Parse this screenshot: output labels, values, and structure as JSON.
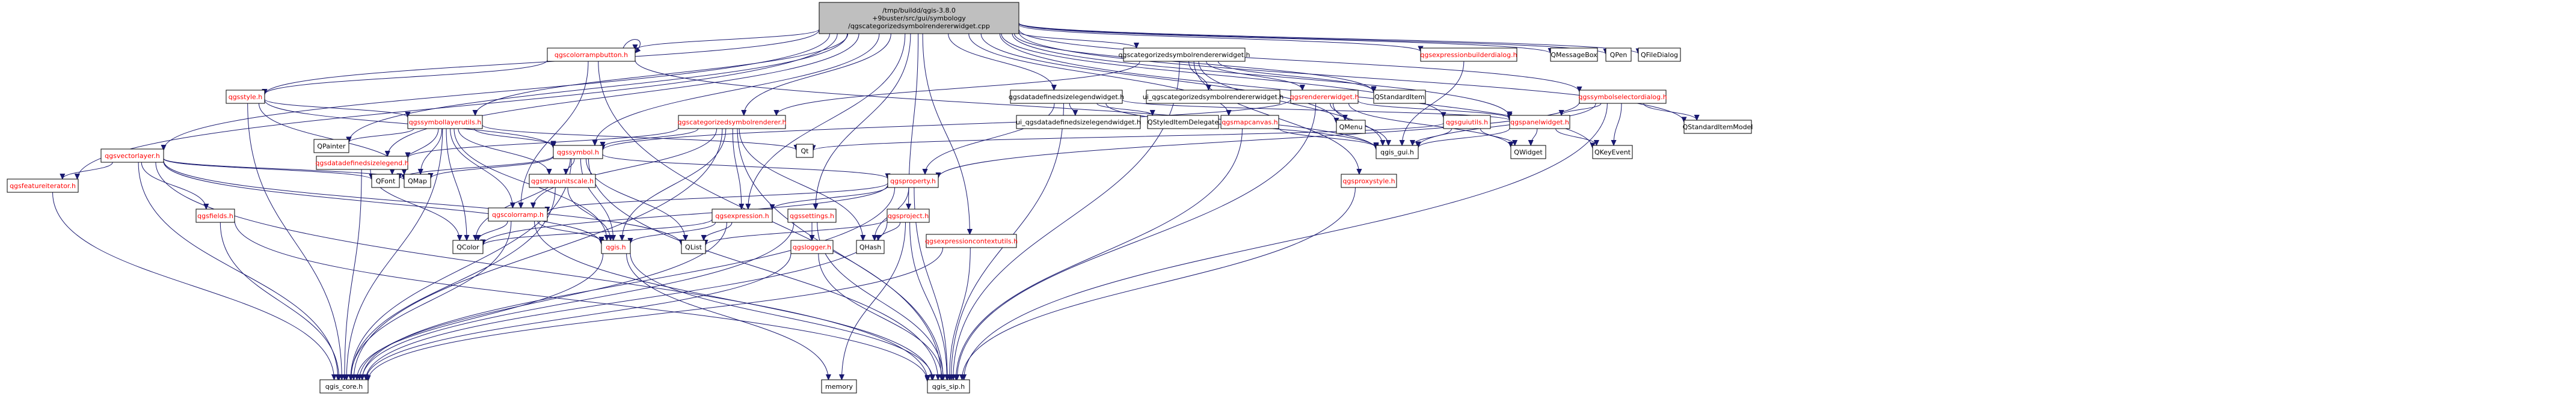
{
  "colors": {
    "edge": "#191970",
    "root_fill": "#bfbfbf",
    "node_fill": "#ffffff",
    "linked_text": "#ff0000",
    "plain_text": "#000000",
    "border": "#000000"
  },
  "nodes": [
    {
      "id": "root",
      "lines": [
        "/tmp/buildd/qgis-3.8.0",
        "+9buster/src/gui/symbology",
        "/qgscategorizedsymbolrendererwidget.cpp"
      ],
      "style": "root"
    },
    {
      "id": "qgscolorrampbutton",
      "lines": [
        "qgscolorrampbutton.h"
      ],
      "style": "link"
    },
    {
      "id": "qgscategorizedsymbolrendererwidget_h",
      "lines": [
        "qgscategorizedsymbolrendererwidget.h"
      ],
      "style": "plain"
    },
    {
      "id": "qgsexpressionbuilderdialog",
      "lines": [
        "qgsexpressionbuilderdialog.h"
      ],
      "style": "link"
    },
    {
      "id": "qmessagebox",
      "lines": [
        "QMessageBox"
      ],
      "style": "gray"
    },
    {
      "id": "qpen",
      "lines": [
        "QPen"
      ],
      "style": "gray"
    },
    {
      "id": "qfiledialog",
      "lines": [
        "QFileDialog"
      ],
      "style": "gray"
    },
    {
      "id": "qgsstyle",
      "lines": [
        "qgsstyle.h"
      ],
      "style": "link"
    },
    {
      "id": "qgsdatadefinedsizelegendwidget",
      "lines": [
        "qgsdatadefinedsizelegendwidget.h"
      ],
      "style": "plain"
    },
    {
      "id": "ui_qgscategorized",
      "lines": [
        "ui_qgscategorizedsymbolrendererwidget.h"
      ],
      "style": "gray"
    },
    {
      "id": "qgsrendererwidget",
      "lines": [
        "qgsrendererwidget.h"
      ],
      "style": "link"
    },
    {
      "id": "qstandarditem",
      "lines": [
        "QStandardItem"
      ],
      "style": "gray"
    },
    {
      "id": "qgssymbolselectordialog",
      "lines": [
        "qgssymbolselectordialog.h"
      ],
      "style": "link"
    },
    {
      "id": "qgssymbollayerutils",
      "lines": [
        "qgssymbollayerutils.h"
      ],
      "style": "link"
    },
    {
      "id": "qgscategorizedsymbolrenderer",
      "lines": [
        "qgscategorizedsymbolrenderer.h"
      ],
      "style": "link"
    },
    {
      "id": "ui_qgsdatadefined",
      "lines": [
        "ui_qgsdatadefinedsizelegendwidget.h"
      ],
      "style": "gray"
    },
    {
      "id": "qstyleditemdelegate",
      "lines": [
        "QStyledItemDelegate"
      ],
      "style": "gray"
    },
    {
      "id": "qgsmapcanvas",
      "lines": [
        "qgsmapcanvas.h"
      ],
      "style": "link"
    },
    {
      "id": "qmenu",
      "lines": [
        "QMenu"
      ],
      "style": "gray"
    },
    {
      "id": "qgspanelwidget",
      "lines": [
        "qgspanelwidget.h"
      ],
      "style": "link"
    },
    {
      "id": "qgsguiutils",
      "lines": [
        "qgsguiutils.h"
      ],
      "style": "link"
    },
    {
      "id": "qstandarditemmodel",
      "lines": [
        "QStandardItemModel"
      ],
      "style": "gray"
    },
    {
      "id": "qgsvectorlayer",
      "lines": [
        "qgsvectorlayer.h"
      ],
      "style": "link"
    },
    {
      "id": "qpainter",
      "lines": [
        "QPainter"
      ],
      "style": "gray"
    },
    {
      "id": "qgsdatadefinedsizelegend",
      "lines": [
        "qgsdatadefinedsizelegend.h"
      ],
      "style": "link"
    },
    {
      "id": "qgssymbol",
      "lines": [
        "qgssymbol.h"
      ],
      "style": "link"
    },
    {
      "id": "qt",
      "lines": [
        "Qt"
      ],
      "style": "gray"
    },
    {
      "id": "qgis_gui",
      "lines": [
        "qgis_gui.h"
      ],
      "style": "gray"
    },
    {
      "id": "qwidget",
      "lines": [
        "QWidget"
      ],
      "style": "gray"
    },
    {
      "id": "qkeyevent",
      "lines": [
        "QKeyEvent"
      ],
      "style": "gray"
    },
    {
      "id": "qgsfeatureiterator",
      "lines": [
        "qgsfeatureiterator.h"
      ],
      "style": "link"
    },
    {
      "id": "qfont",
      "lines": [
        "QFont"
      ],
      "style": "gray"
    },
    {
      "id": "qmap",
      "lines": [
        "QMap"
      ],
      "style": "gray"
    },
    {
      "id": "qgsmapunitscale",
      "lines": [
        "qgsmapunitscale.h"
      ],
      "style": "link"
    },
    {
      "id": "qgsproperty",
      "lines": [
        "qgsproperty.h"
      ],
      "style": "link"
    },
    {
      "id": "qgsproxystyle",
      "lines": [
        "qgsproxystyle.h"
      ],
      "style": "link"
    },
    {
      "id": "qgsfields",
      "lines": [
        "qgsfields.h"
      ],
      "style": "link"
    },
    {
      "id": "qgscolorramp",
      "lines": [
        "qgscolorramp.h"
      ],
      "style": "link"
    },
    {
      "id": "qgsexpression",
      "lines": [
        "qgsexpression.h"
      ],
      "style": "link"
    },
    {
      "id": "qgssettings",
      "lines": [
        "qgssettings.h"
      ],
      "style": "link"
    },
    {
      "id": "qgsproject",
      "lines": [
        "qgsproject.h"
      ],
      "style": "link"
    },
    {
      "id": "qgsexpressioncontextutils",
      "lines": [
        "qgsexpressioncontextutils.h"
      ],
      "style": "link"
    },
    {
      "id": "qcolor",
      "lines": [
        "QColor"
      ],
      "style": "gray"
    },
    {
      "id": "qgis_h",
      "lines": [
        "qgis.h"
      ],
      "style": "link"
    },
    {
      "id": "qlist",
      "lines": [
        "QList"
      ],
      "style": "gray"
    },
    {
      "id": "qgslogger",
      "lines": [
        "qgslogger.h"
      ],
      "style": "link"
    },
    {
      "id": "qhash",
      "lines": [
        "QHash"
      ],
      "style": "gray"
    },
    {
      "id": "qgis_core",
      "lines": [
        "qgis_core.h"
      ],
      "style": "gray"
    },
    {
      "id": "memory",
      "lines": [
        "memory"
      ],
      "style": "gray"
    },
    {
      "id": "qgis_sip",
      "lines": [
        "qgis_sip.h"
      ],
      "style": "gray"
    }
  ],
  "edges": [
    [
      "root",
      "qgscolorrampbutton"
    ],
    [
      "root",
      "qgscategorizedsymbolrendererwidget_h"
    ],
    [
      "root",
      "qgsexpressionbuilderdialog"
    ],
    [
      "root",
      "qmessagebox"
    ],
    [
      "root",
      "qpen"
    ],
    [
      "root",
      "qfiledialog"
    ],
    [
      "root",
      "qgsstyle"
    ],
    [
      "root",
      "qgsdatadefinedsizelegendwidget"
    ],
    [
      "root",
      "qstandarditem"
    ],
    [
      "root",
      "qgssymbolselectordialog"
    ],
    [
      "root",
      "qgssymbollayerutils"
    ],
    [
      "root",
      "qgscategorizedsymbolrenderer"
    ],
    [
      "root",
      "qgsmapcanvas"
    ],
    [
      "root",
      "qmenu"
    ],
    [
      "root",
      "qgspanelwidget"
    ],
    [
      "root",
      "qgsguiutils"
    ],
    [
      "root",
      "qstandarditemmodel"
    ],
    [
      "root",
      "qgsvectorlayer"
    ],
    [
      "root",
      "qpainter"
    ],
    [
      "root",
      "qgsdatadefinedsizelegend"
    ],
    [
      "root",
      "qgssymbol"
    ],
    [
      "root",
      "qkeyevent"
    ],
    [
      "root",
      "qgsfeatureiterator"
    ],
    [
      "root",
      "qgsexpression"
    ],
    [
      "root",
      "qgssettings"
    ],
    [
      "root",
      "qgsproject"
    ],
    [
      "root",
      "qgsexpressioncontextutils"
    ],
    [
      "qgscolorrampbutton",
      "qgscolorrampbutton"
    ],
    [
      "qgscolorrampbutton",
      "qgsstyle"
    ],
    [
      "qgscolorrampbutton",
      "qgis_gui"
    ],
    [
      "qgscolorrampbutton",
      "qgscolorramp"
    ],
    [
      "qgscolorrampbutton",
      "qgis_sip"
    ],
    [
      "qgscategorizedsymbolrendererwidget_h",
      "ui_qgscategorized"
    ],
    [
      "qgscategorizedsymbolrendererwidget_h",
      "qgsrendererwidget"
    ],
    [
      "qgscategorizedsymbolrendererwidget_h",
      "qstandarditem"
    ],
    [
      "qgscategorizedsymbolrendererwidget_h",
      "qgscategorizedsymbolrenderer"
    ],
    [
      "qgscategorizedsymbolrendererwidget_h",
      "qgsproxystyle"
    ],
    [
      "qgscategorizedsymbolrendererwidget_h",
      "qgis_gui"
    ],
    [
      "qgscategorizedsymbolrendererwidget_h",
      "qgis_sip"
    ],
    [
      "qgsexpressionbuilderdialog",
      "qgis_gui"
    ],
    [
      "qgsstyle",
      "qgssymbollayerutils"
    ],
    [
      "qgsstyle",
      "qmap"
    ],
    [
      "qgsstyle",
      "qgis_core"
    ],
    [
      "qgsstyle",
      "qgssymbol"
    ],
    [
      "qgsdatadefinedsizelegendwidget",
      "ui_qgsdatadefined"
    ],
    [
      "qgsdatadefinedsizelegendwidget",
      "qstyleditemdelegate"
    ],
    [
      "qgsdatadefinedsizelegendwidget",
      "qgspanelwidget"
    ],
    [
      "qgsdatadefinedsizelegendwidget",
      "qgsproperty"
    ],
    [
      "qgsdatadefinedsizelegendwidget",
      "qgis_gui"
    ],
    [
      "qgsdatadefinedsizelegendwidget",
      "qgis_sip"
    ],
    [
      "qgsrendererwidget",
      "qmenu"
    ],
    [
      "qgsrendererwidget",
      "qgspanelwidget"
    ],
    [
      "qgsrendererwidget",
      "qgssymbol"
    ],
    [
      "qgsrendererwidget",
      "qgis_gui"
    ],
    [
      "qgsrendererwidget",
      "qgis_sip"
    ],
    [
      "qgsrendererwidget",
      "qwidget"
    ],
    [
      "qgssymbolselectordialog",
      "qgspanelwidget"
    ],
    [
      "qgssymbolselectordialog",
      "qstandarditemmodel"
    ],
    [
      "qgssymbolselectordialog",
      "qgsproperty"
    ],
    [
      "qgssymbolselectordialog",
      "qgis_gui"
    ],
    [
      "qgssymbolselectordialog",
      "qgis_sip"
    ],
    [
      "qgssymbolselectordialog",
      "qkeyevent"
    ],
    [
      "qgssymbollayerutils",
      "qpainter"
    ],
    [
      "qgssymbollayerutils",
      "qt"
    ],
    [
      "qgssymbollayerutils",
      "qfont"
    ],
    [
      "qgssymbollayerutils",
      "qmap"
    ],
    [
      "qgssymbollayerutils",
      "qcolor"
    ],
    [
      "qgssymbollayerutils",
      "qgis_core"
    ],
    [
      "qgssymbollayerutils",
      "qgis_h"
    ],
    [
      "qgssymbollayerutils",
      "qgssymbol"
    ],
    [
      "qgssymbollayerutils",
      "qgsmapunitscale"
    ],
    [
      "qgssymbollayerutils",
      "qgscolorramp"
    ],
    [
      "qgscategorizedsymbolrenderer",
      "qgis_core"
    ],
    [
      "qgscategorizedsymbolrenderer",
      "qgis_sip"
    ],
    [
      "qgscategorizedsymbolrenderer",
      "qgssymbol"
    ],
    [
      "qgscategorizedsymbolrenderer",
      "qgsexpression"
    ],
    [
      "qgscategorizedsymbolrenderer",
      "qgscolorramp"
    ],
    [
      "qgscategorizedsymbolrenderer",
      "qgsdatadefinedsizelegend"
    ],
    [
      "qgscategorizedsymbolrenderer",
      "qhash"
    ],
    [
      "qgscategorizedsymbolrenderer",
      "qgis_h"
    ],
    [
      "qgsmapcanvas",
      "qgis_gui"
    ],
    [
      "qgsmapcanvas",
      "qgis_sip"
    ],
    [
      "qgspanelwidget",
      "qwidget"
    ],
    [
      "qgspanelwidget",
      "qkeyevent"
    ],
    [
      "qgspanelwidget",
      "qgis_gui"
    ],
    [
      "qgsguiutils",
      "qwidget"
    ],
    [
      "qgsguiutils",
      "qgis_gui"
    ],
    [
      "qgsguiutils",
      "qt"
    ],
    [
      "qgsvectorlayer",
      "qgis_core"
    ],
    [
      "qgsvectorlayer",
      "qgis_sip"
    ],
    [
      "qgsvectorlayer",
      "qmap"
    ],
    [
      "qgsvectorlayer",
      "qfont"
    ],
    [
      "qgsvectorlayer",
      "qlist"
    ],
    [
      "qgsvectorlayer",
      "qgis_h"
    ],
    [
      "qgsvectorlayer",
      "qgsfields"
    ],
    [
      "qgsvectorlayer",
      "qgsfeatureiterator"
    ],
    [
      "qgsdatadefinedsizelegend",
      "qgis_core"
    ],
    [
      "qgsdatadefinedsizelegend",
      "qcolor"
    ],
    [
      "qgssymbol",
      "qgis_core"
    ],
    [
      "qgssymbol",
      "qgis_h"
    ],
    [
      "qgssymbol",
      "qmap"
    ],
    [
      "qgssymbol",
      "qgsmapunitscale"
    ],
    [
      "qgssymbol",
      "qgsproperty"
    ],
    [
      "qgssymbol",
      "qgis_sip"
    ],
    [
      "qgssymbol",
      "qcolor"
    ],
    [
      "qgssymbol",
      "qlist"
    ],
    [
      "qgssymbol",
      "qfont"
    ],
    [
      "qgsfeatureiterator",
      "qgis_core"
    ],
    [
      "qgsmapunitscale",
      "qgis_core"
    ],
    [
      "qgsmapunitscale",
      "qgis_h"
    ],
    [
      "qgsproperty",
      "qgis_core"
    ],
    [
      "qgsproperty",
      "qgis_sip"
    ],
    [
      "qgsproperty",
      "qgsexpression"
    ],
    [
      "qgsproperty",
      "qgscolorramp"
    ],
    [
      "qgsproperty",
      "qhash"
    ],
    [
      "qgsproperty",
      "qcolor"
    ],
    [
      "qgsproxystyle",
      "qgis_sip"
    ],
    [
      "qgsfields",
      "qgis_core"
    ],
    [
      "qgsfields",
      "qgis_sip"
    ],
    [
      "qgscolorramp",
      "qgis_core"
    ],
    [
      "qgscolorramp",
      "qcolor"
    ],
    [
      "qgscolorramp",
      "qgis_h"
    ],
    [
      "qgscolorramp",
      "qgis_sip"
    ],
    [
      "qgsexpression",
      "qgis_core"
    ],
    [
      "qgsexpression",
      "qlist"
    ],
    [
      "qgsexpression",
      "qgis_h"
    ],
    [
      "qgsexpression",
      "qcolor"
    ],
    [
      "qgssettings",
      "qgis_core"
    ],
    [
      "qgssettings",
      "qgslogger"
    ],
    [
      "qgssettings",
      "qgis_sip"
    ],
    [
      "qgsproject",
      "qgis_core"
    ],
    [
      "qgsproject",
      "qgis_sip"
    ],
    [
      "qgsproject",
      "qlist"
    ],
    [
      "qgsproject",
      "qhash"
    ],
    [
      "qgsproject",
      "memory"
    ],
    [
      "qgsexpressioncontextutils",
      "qgis_core"
    ],
    [
      "qgsexpressioncontextutils",
      "qgis_sip"
    ],
    [
      "qgis_h",
      "qgis_core"
    ],
    [
      "qgis_h",
      "qgis_sip"
    ],
    [
      "qgis_h",
      "memory"
    ],
    [
      "qgslogger",
      "qgis_core"
    ],
    [
      "qgslogger",
      "qgis_sip"
    ]
  ]
}
